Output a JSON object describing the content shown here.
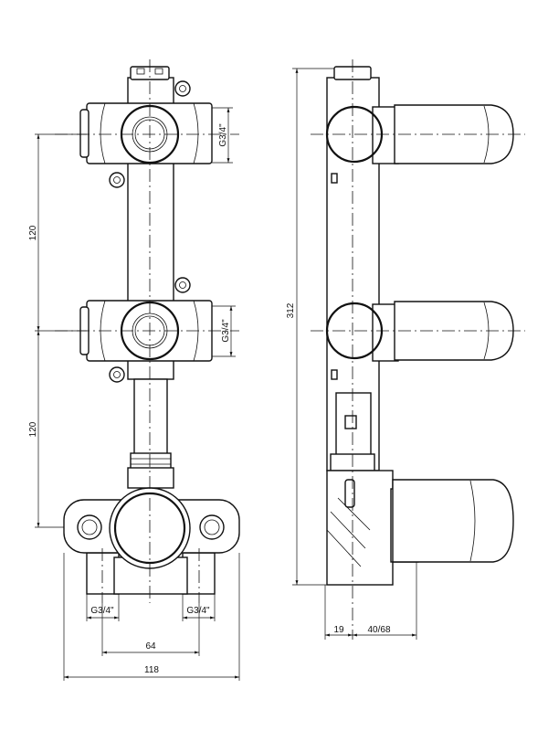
{
  "drawing": {
    "front_view": {
      "thread_upper": "G3/4\"",
      "thread_lower": "G3/4\"",
      "spacing_upper": "120",
      "spacing_lower": "120",
      "inlet_left": "G3/4\"",
      "inlet_right": "G3/4\"",
      "inlet_spacing": "64",
      "overall_width": "118"
    },
    "side_view": {
      "overall_height": "312",
      "wall_depth": "19",
      "handle_depth": "40/68"
    }
  }
}
